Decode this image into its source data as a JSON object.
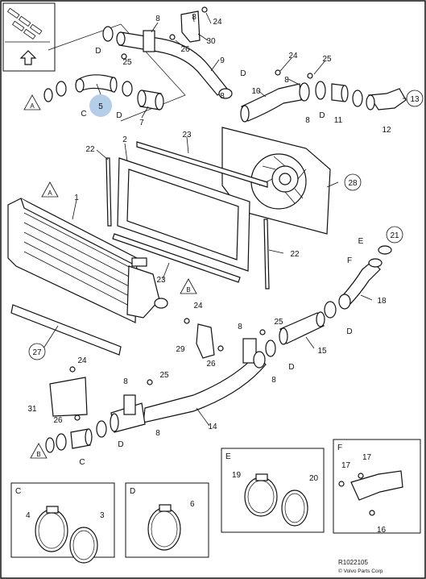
{
  "diagram": {
    "callouts": {
      "c1": "1",
      "c2": "2",
      "c3": "3",
      "c4": "4",
      "c5": "5",
      "c6": "6",
      "c7": "7",
      "c8a": "8",
      "c8b": "8",
      "c8c": "8",
      "c8d": "8",
      "c8e": "8",
      "c8f": "8",
      "c8g": "8",
      "c8h": "8",
      "c8i": "8",
      "c9": "9",
      "c10": "10",
      "c11": "11",
      "c12": "12",
      "c13": "13",
      "c14": "14",
      "c15": "15",
      "c16": "16",
      "c17a": "17",
      "c17b": "17",
      "c18": "18",
      "c19": "19",
      "c20": "20",
      "c21": "21",
      "c22a": "22",
      "c22b": "22",
      "c23a": "23",
      "c23b": "23",
      "c24a": "24",
      "c24b": "24",
      "c24c": "24",
      "c24d": "24",
      "c25a": "25",
      "c25b": "25",
      "c25c": "25",
      "c25d": "25",
      "c26a": "26",
      "c26b": "26",
      "c26c": "26",
      "c27": "27",
      "c28": "28",
      "c29": "29",
      "c30": "30",
      "c31": "31"
    },
    "letters": {
      "A1": "A",
      "A2": "A",
      "B1": "B",
      "B2": "B",
      "C1": "C",
      "C2": "C",
      "D1": "D",
      "D2": "D",
      "D3": "D",
      "D4": "D",
      "D5": "D",
      "D6": "D",
      "D7": "D",
      "E1": "E",
      "F1": "F"
    },
    "detail_boxes": {
      "c": "C",
      "d": "D",
      "e": "E",
      "f": "F"
    },
    "footer": {
      "code": "R1022105",
      "copyright": "© Volvo Parts Corp"
    },
    "highlight_color": "#b4cde9"
  }
}
